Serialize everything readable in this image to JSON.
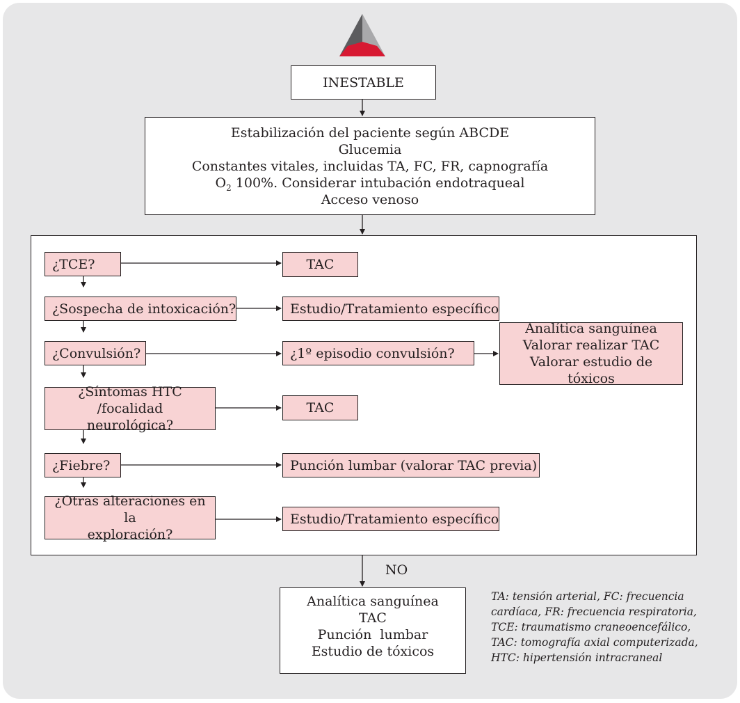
{
  "colors": {
    "panel_background": "#e7e7e8",
    "decision_fill": "#f8d3d4",
    "logo_red": "#d71932",
    "logo_gray_dark": "#5c5c5e",
    "logo_gray_light": "#a9a9ab"
  },
  "logo": {
    "icon": "triangle-logo-icon"
  },
  "start": {
    "label": "INESTABLE"
  },
  "stabilization": {
    "lines": [
      "Estabilización del paciente según ABCDE",
      "Glucemia",
      "Constantes vitales, incluidas TA, FC, FR, capnografía"
    ],
    "oxygen_main": "O",
    "oxygen_sub": "2",
    "oxygen_rest": " 100%. Considerar intubación endotraqueal",
    "last_line": "Acceso venoso"
  },
  "questions": [
    {
      "label": "¿TCE?",
      "action": "TAC"
    },
    {
      "label": "¿Sospecha de intoxicación?",
      "action": "Estudio/Tratamiento específico"
    },
    {
      "label": "¿Convulsión?",
      "action": "¿1º episodio convulsión?"
    },
    {
      "label_lines": [
        "¿Síntomas HTC /focalidad",
        "neurológica?"
      ],
      "action": "TAC"
    },
    {
      "label": "¿Fiebre?",
      "action": "Punción lumbar (valorar TAC previa)"
    },
    {
      "label_lines": [
        "¿Otras alteraciones en la",
        "exploración?"
      ],
      "action": "Estudio/Tratamiento específico"
    }
  ],
  "first_episode_actions": [
    "Analítica sanguínea",
    "Valorar realizar TAC",
    "Valorar estudio de tóxicos"
  ],
  "no_label": "NO",
  "final_box": [
    "Analítica sanguínea",
    "TAC",
    "Punción  lumbar",
    "Estudio de tóxicos"
  ],
  "abbreviations": [
    "TA: tensión arterial, FC: frecuencia",
    "cardíaca, FR: frecuencia respiratoria,",
    "TCE: traumatismo craneoencefálico,",
    "TAC: tomografía axial computerizada,",
    "HTC: hipertensión intracraneal"
  ]
}
